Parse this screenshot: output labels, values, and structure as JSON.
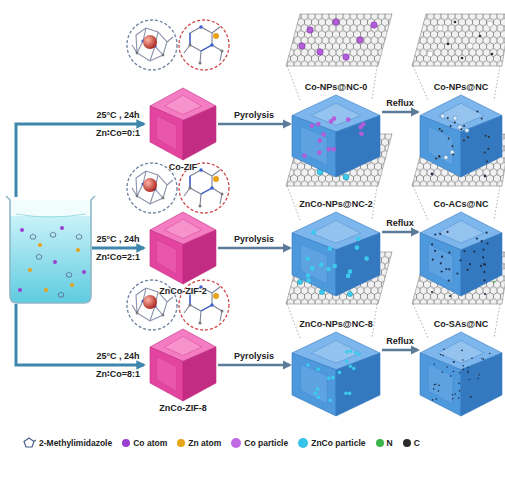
{
  "diagram": {
    "nodes": [
      {
        "text": [
          "Co-ZIF"
        ]
      },
      {
        "text": [
          "Co-NPs@NC-0"
        ]
      },
      {
        "text": [
          "Co-NPs@NC"
        ]
      },
      {
        "text": [
          "ZnCo-ZIF-2"
        ]
      },
      {
        "text": [
          "ZnCo-NPs@NC-2"
        ]
      },
      {
        "text": [
          "Co-ACs@NC"
        ]
      },
      {
        "text": [
          "ZnCo-ZIF-8"
        ]
      },
      {
        "text": [
          "ZnCo-NPs@NC-8"
        ]
      },
      {
        "text": [
          "Co-SAs@NC"
        ]
      }
    ],
    "edges": [
      {
        "from": 0,
        "to": 1,
        "label": "Pyrolysis",
        "arrow": "to"
      },
      {
        "from": 1,
        "to": 2,
        "label": "Reflux",
        "arrow": "to"
      },
      {
        "from": 3,
        "to": 4,
        "label": "Pyrolysis",
        "arrow": "to"
      },
      {
        "from": 4,
        "to": 5,
        "label": "Reflux",
        "arrow": "to"
      },
      {
        "from": 6,
        "to": 7,
        "label": "Pyrolysis",
        "arrow": "to"
      },
      {
        "from": 7,
        "to": 8,
        "label": "Reflux",
        "arrow": "to"
      }
    ],
    "labels": [
      "25°C , 24h",
      "Zn∶Co=0:1",
      "25°C , 24h",
      "Zn∶Co=2:1",
      "25°C , 24h",
      "Zn∶Co=8:1"
    ],
    "legend": [
      {
        "text": "2-Methylimidazole"
      },
      {
        "text": "Co atom",
        "color": "#9b3fd0"
      },
      {
        "text": "Zn atom",
        "color": "#e8a317"
      },
      {
        "text": "Co particle",
        "color": "#c06ae6"
      },
      {
        "text": "ZnCo particle",
        "color": "#36c3e8"
      },
      {
        "text": "N",
        "color": "#3cb54a"
      },
      {
        "text": "C",
        "color": "#2b2b2b"
      }
    ]
  }
}
